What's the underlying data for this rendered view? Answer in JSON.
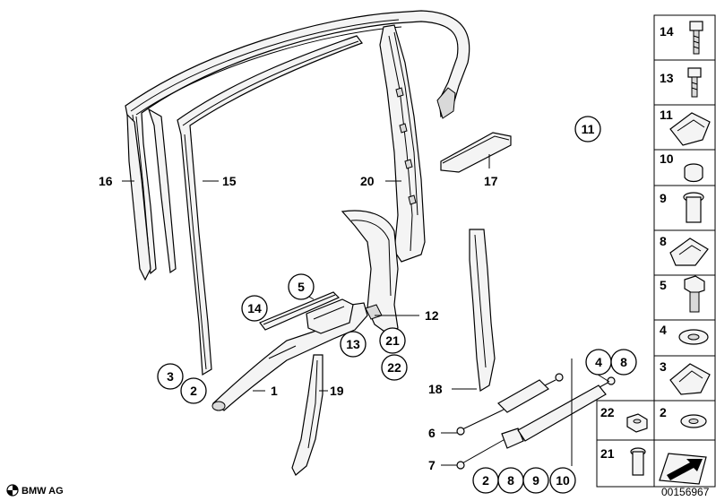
{
  "callouts": {
    "c1": "1",
    "c2": "2",
    "c3": "3",
    "c5": "5",
    "c6": "6",
    "c7": "7",
    "c11": "11",
    "c12": "12",
    "c13": "13",
    "c14": "14",
    "c15": "15",
    "c16": "16",
    "c17": "17",
    "c18": "18",
    "c19": "19",
    "c20": "20",
    "c21": "21",
    "c22": "22",
    "g48_a": "4",
    "g48_b": "8",
    "gb_a": "2",
    "gb_b": "8",
    "gb_c": "9",
    "gb_d": "10"
  },
  "parts_list": {
    "p14": "14",
    "p13": "13",
    "p11": "11",
    "p10": "10",
    "p9": "9",
    "p8": "8",
    "p5": "5",
    "p4": "4",
    "p3": "3",
    "p2": "2",
    "p22": "22",
    "p21": "21"
  },
  "footer": {
    "brand": "BMW AG",
    "diagram_number": "00156967"
  }
}
